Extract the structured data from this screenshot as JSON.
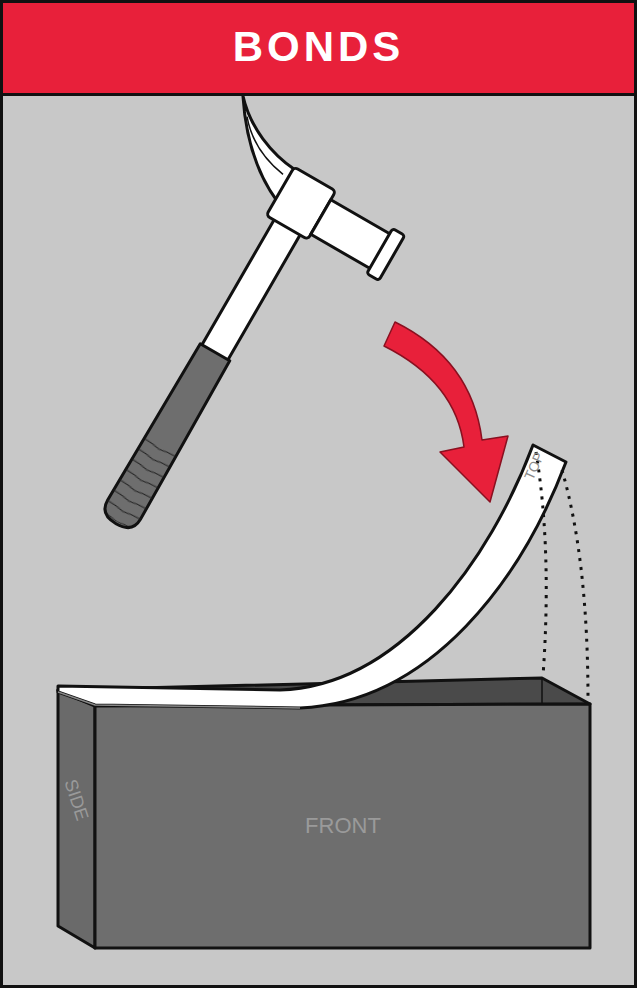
{
  "diagram": {
    "title": "BONDS",
    "labels": [
      "TOP",
      "SIDE",
      "FRONT"
    ]
  }
}
